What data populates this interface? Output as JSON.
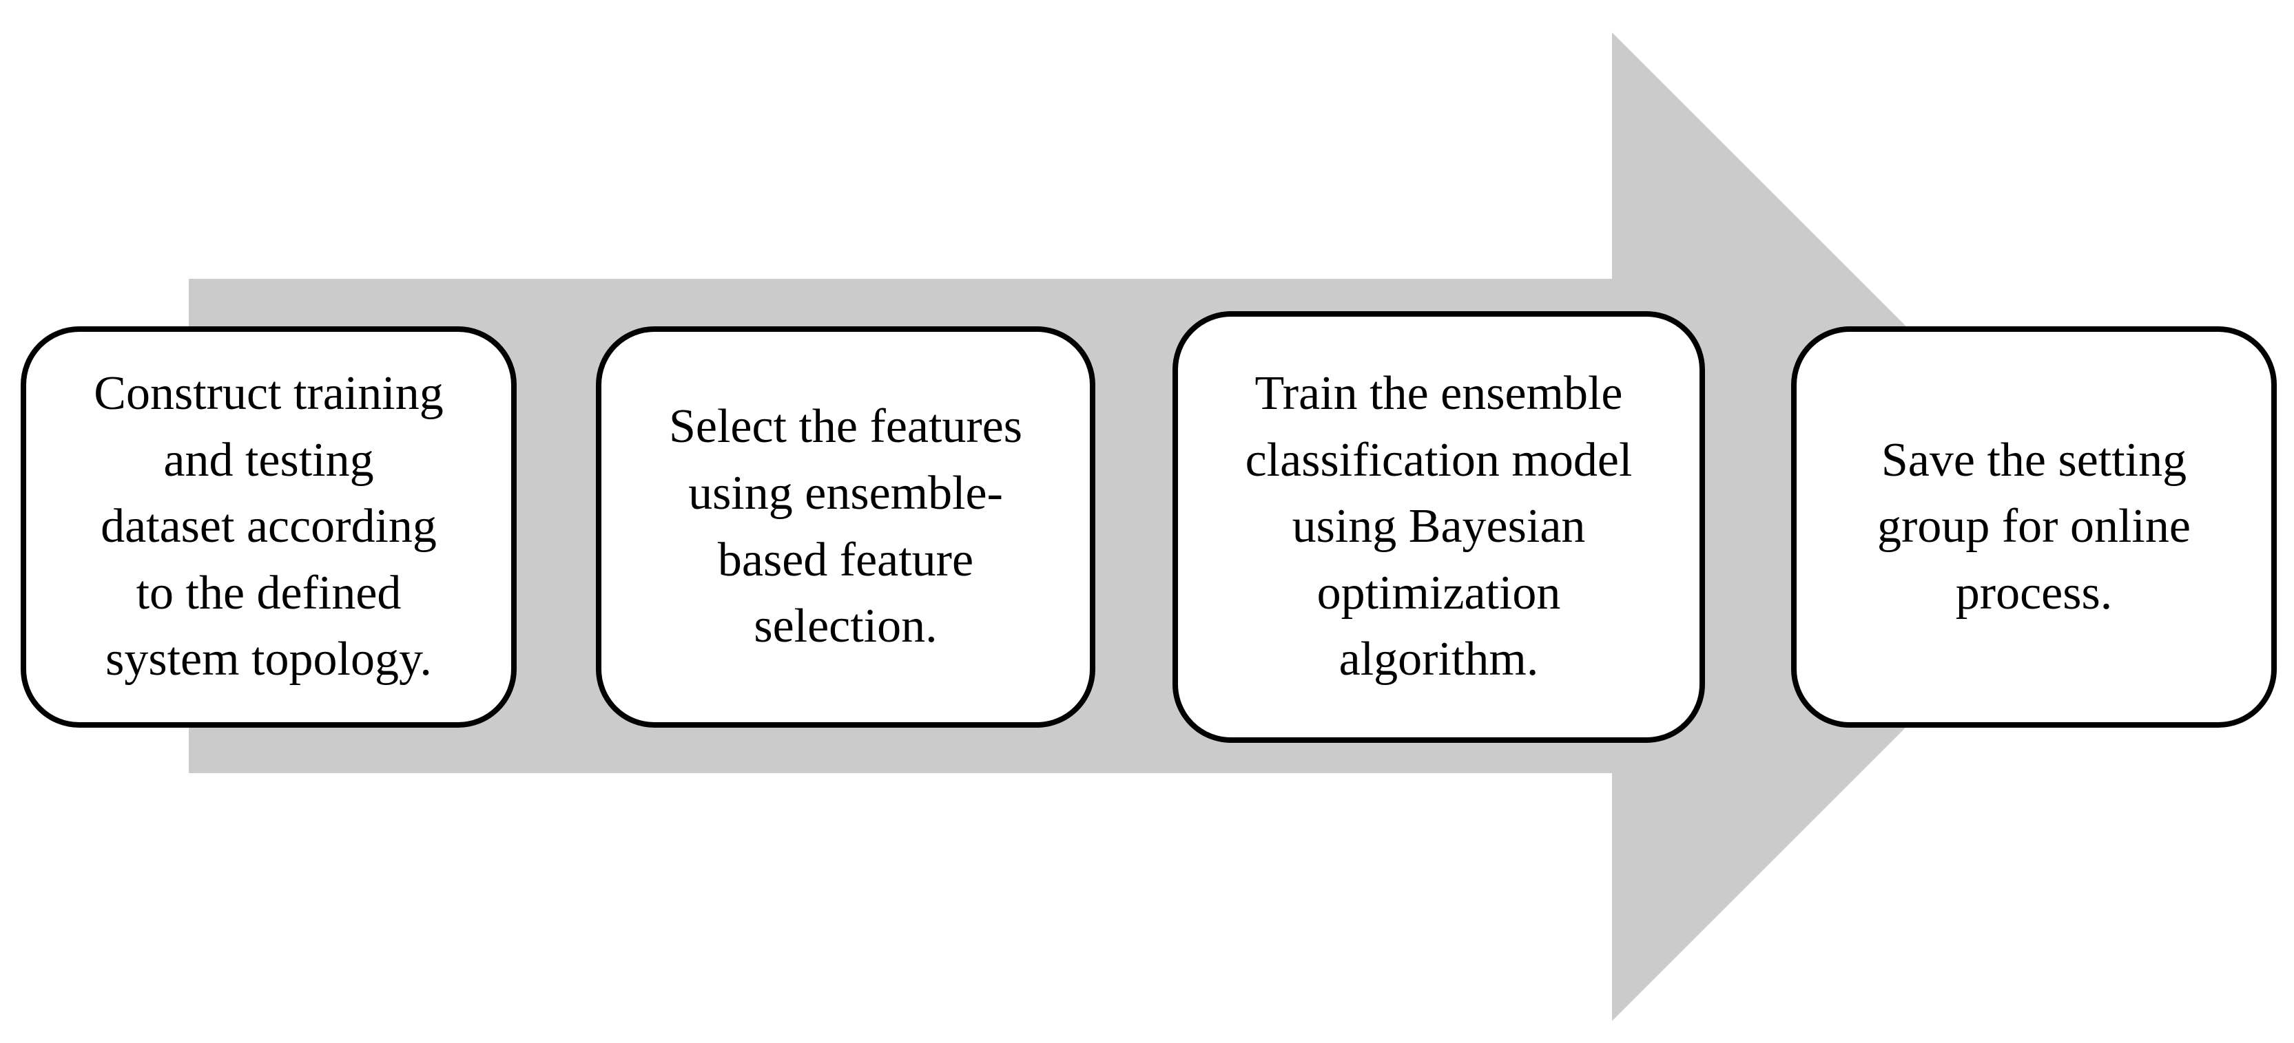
{
  "figure": {
    "type": "process-flow-arrow",
    "arrow_direction": "right",
    "steps": [
      {
        "text": "Construct training\nand testing\ndataset according\nto the defined\nsystem topology."
      },
      {
        "text": "Select the features\nusing ensemble-\nbased feature\nselection."
      },
      {
        "text": "Train the ensemble\nclassification model\nusing Bayesian\noptimization\nalgorithm."
      },
      {
        "text": "Save the setting\ngroup for online\nprocess."
      }
    ]
  },
  "colors": {
    "arrow_fill": "#cbcbcb",
    "box_fill": "#ffffff",
    "box_border": "#000000",
    "text": "#000000",
    "background": "#ffffff"
  }
}
